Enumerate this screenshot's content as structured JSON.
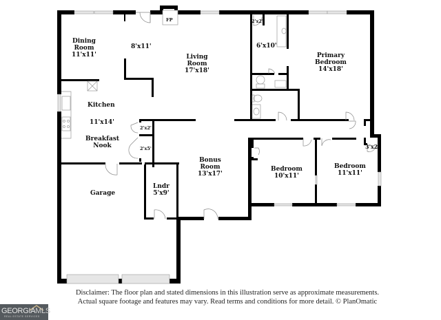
{
  "rooms": [
    {
      "id": "dining",
      "name": "Dining\nRoom",
      "dimensions": "11'x11'"
    },
    {
      "id": "den",
      "name": "",
      "dimensions": "8'x11'"
    },
    {
      "id": "living",
      "name": "Living\nRoom",
      "dimensions": "17'x18'"
    },
    {
      "id": "fireplace",
      "name": "FP",
      "dimensions": ""
    },
    {
      "id": "closet-primary-small",
      "name": "",
      "dimensions": "2'x2'"
    },
    {
      "id": "primary-bath",
      "name": "",
      "dimensions": "6'x10'"
    },
    {
      "id": "primary-bedroom",
      "name": "Primary\nBedroom",
      "dimensions": "14'x18'"
    },
    {
      "id": "kitchen",
      "name": "Kitchen",
      "dimensions": "11'x14'"
    },
    {
      "id": "breakfast-nook",
      "name": "Breakfast\nNook",
      "dimensions": ""
    },
    {
      "id": "pantry-1",
      "name": "",
      "dimensions": "2'x2'"
    },
    {
      "id": "pantry-2",
      "name": "",
      "dimensions": "2'x5'"
    },
    {
      "id": "bonus",
      "name": "Bonus\nRoom",
      "dimensions": "13'x17'"
    },
    {
      "id": "bedroom-2",
      "name": "Bedroom",
      "dimensions": "10'x11'"
    },
    {
      "id": "bedroom-3",
      "name": "Bedroom",
      "dimensions": "11'x11'"
    },
    {
      "id": "closet-hall",
      "name": "",
      "dimensions": "3'x2'"
    },
    {
      "id": "laundry",
      "name": "Lndr",
      "dimensions": "5'x9'"
    },
    {
      "id": "garage",
      "name": "Garage",
      "dimensions": ""
    }
  ],
  "labels": {
    "dining_name_1": "Dining",
    "dining_name_2": "Room",
    "dining_dim": "11'x11'",
    "den_dim": "8'x11'",
    "living_name_1": "Living",
    "living_name_2": "Room",
    "living_dim": "17'x18'",
    "fp": "FP",
    "closet_small_dim": "2'x2'",
    "primary_bath_dim": "6'x10'",
    "primary_name_1": "Primary",
    "primary_name_2": "Bedroom",
    "primary_dim": "14'x18'",
    "kitchen_name": "Kitchen",
    "kitchen_dim": "11'x14'",
    "nook_name_1": "Breakfast",
    "nook_name_2": "Nook",
    "pantry1_dim": "2'x2'",
    "pantry2_dim": "2'x5'",
    "bonus_name_1": "Bonus",
    "bonus_name_2": "Room",
    "bonus_dim": "13'x17'",
    "bed2_name": "Bedroom",
    "bed2_dim": "10'x11'",
    "bed3_name": "Bedroom",
    "bed3_dim": "11'x11'",
    "hall_closet_dim": "3'x2'",
    "laundry_name": "Lndr",
    "laundry_dim": "5'x9'",
    "garage_name": "Garage"
  },
  "disclaimer": {
    "line1": "Disclaimer: The floor plan and stated dimensions in this illustration serve as approximate measurements.",
    "line2": "Actual square footage and features may vary. Read terms and conditions for more detail. © PlanOmatic"
  },
  "logo": {
    "text_main": "GEORGIA",
    "text_accent": "MLS",
    "subtitle": "REAL ESTATE SERVICES"
  },
  "colors": {
    "wall": "#000000",
    "fixture": "#9a9a9a",
    "window": "#d8d8d8",
    "background": "#ffffff",
    "logo_bg": "#555a5e"
  }
}
